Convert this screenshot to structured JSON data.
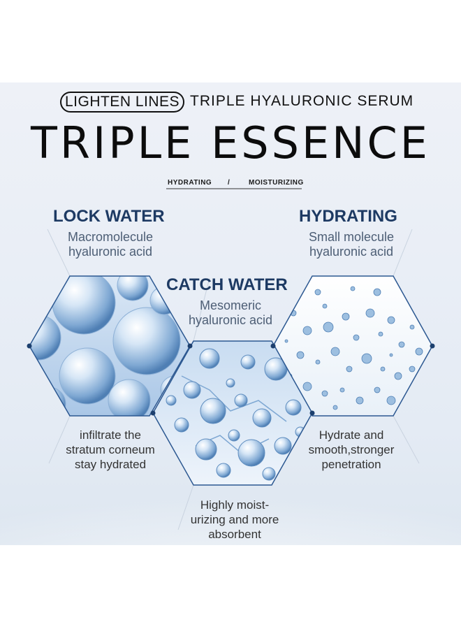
{
  "header": {
    "badge": "LIGHTEN LINES",
    "subtitle": "TRIPLE HYALURONIC SERUM",
    "title": "TRIPLE ESSENCE",
    "tag_left": "HYDRATING",
    "tag_sep": "/",
    "tag_right": "MOISTURIZING"
  },
  "cards": {
    "left": {
      "heading": "LOCK WATER",
      "desc_1": "Macromolecule",
      "desc_2": "hyaluronic acid",
      "note_1": "infiltrate the",
      "note_2": "stratum corneum",
      "note_3": "stay hydrated"
    },
    "center": {
      "heading": "CATCH WATER",
      "desc_1": "Mesomeric",
      "desc_2": "hyaluronic acid",
      "note_1": "Highly moist-",
      "note_2": "urizing and more",
      "note_3": "absorbent"
    },
    "right": {
      "heading": "HYDRATING",
      "desc_1": "Small molecule",
      "desc_2": "hyaluronic acid",
      "note_1": "Hydrate and",
      "note_2": "smooth,stronger",
      "note_3": "penetration"
    }
  },
  "colors": {
    "heading": "#1d3a63",
    "hex_border": "#2c5891",
    "dot": "#1c3f6e",
    "background": "#e9eef6"
  }
}
